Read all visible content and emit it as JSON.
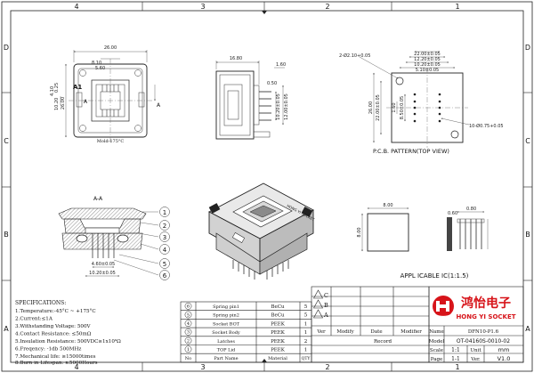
{
  "border": {
    "columns": [
      "4",
      "3",
      "2",
      "1"
    ],
    "rows": [
      "D",
      "C",
      "B",
      "A"
    ]
  },
  "top_view": {
    "width_dim": "26.00",
    "height_dim": "26.00",
    "small_dims": [
      "8.10",
      "5.60",
      "0.25",
      "4.10",
      "10.20"
    ],
    "pin_label": "A1",
    "note": "Mold-175°C",
    "section_marks": [
      "A",
      "A"
    ]
  },
  "side_view": {
    "dims": [
      "16.80",
      "1.60",
      "0.50",
      "10.20±0.05",
      "12.00±0.05"
    ]
  },
  "pcb": {
    "top_dims": [
      "22.00±0.05",
      "12.20±0.05",
      "10.20±0.05",
      "5.10±0.05"
    ],
    "left_dims": [
      "26.00",
      "22.00±0.05",
      "1.60",
      "8.50±0.05"
    ],
    "hole_callout_1": "2-Ø2.10+0.05",
    "hole_callout_2": "10-Ø0.75+0.05",
    "title": "P.C.B.  PATTERN(TOP VIEW)"
  },
  "section": {
    "title": "A-A",
    "balloons": [
      "1",
      "2",
      "3",
      "4",
      "5",
      "6"
    ],
    "dims": [
      "4.60±0.05",
      "10.20±0.05"
    ]
  },
  "iso": {
    "lid_text": "HONG YI SOCKET"
  },
  "ic": {
    "dims": [
      "8.00",
      "8.00",
      "0.60",
      "0.80"
    ],
    "caption": "APPL ICABLE IC(1:1.5)"
  },
  "specs": {
    "title": "SPECIFICATIONS:",
    "lines": [
      "1.Temperature:-45°C ~ +175°C",
      "2.Current:≤1A",
      "3.Withstanding Voltage: 500V",
      "4.Contact Resistance: ≤50mΩ",
      "5.Insulation Resistance: 500VDC≥1x10⁹Ω",
      "6.Freqency: -1db 500MHz",
      "7.Mechanical life: ≥15000times",
      "8.Burn in Lifespan: ≥5000Hours"
    ]
  },
  "bom": {
    "rows": [
      {
        "no": "6",
        "name": "Spring pin1",
        "material": "BeCu",
        "qty": "5"
      },
      {
        "no": "5",
        "name": "Spring pin2",
        "material": "BeCu",
        "qty": "5"
      },
      {
        "no": "4",
        "name": "Socket BOT",
        "material": "PEEK",
        "qty": "1"
      },
      {
        "no": "3",
        "name": "Socket Body",
        "material": "PEEK",
        "qty": "1"
      },
      {
        "no": "2",
        "name": "Latches",
        "material": "PEEK",
        "qty": "2"
      },
      {
        "no": "1",
        "name": "TOP Lid",
        "material": "PEEK",
        "qty": "1"
      }
    ],
    "header": {
      "no": "No",
      "name": "Part Name",
      "material": "Material",
      "qty": "QTY"
    }
  },
  "revisions": {
    "marks": [
      "C",
      "B",
      "A"
    ],
    "header": [
      "Ver",
      "Modify",
      "Date",
      "Modifier"
    ],
    "record_label": "Record"
  },
  "title_block": {
    "company_cn": "鸿怡电子",
    "company_en": "HONG YI SOCKET",
    "brand_color": "#d7141a",
    "name_label": "Name",
    "name_value": "DFN10-P1.6",
    "model_label": "Model",
    "model_value": "OT-04160S-0010-02",
    "scale_label": "Scale",
    "scale_value": "1:1",
    "unit_label": "Unit",
    "unit_value": "mm",
    "page_label": "Page",
    "page_value": "1-1",
    "version_label": "Ver.",
    "version_value": "V1.0"
  }
}
